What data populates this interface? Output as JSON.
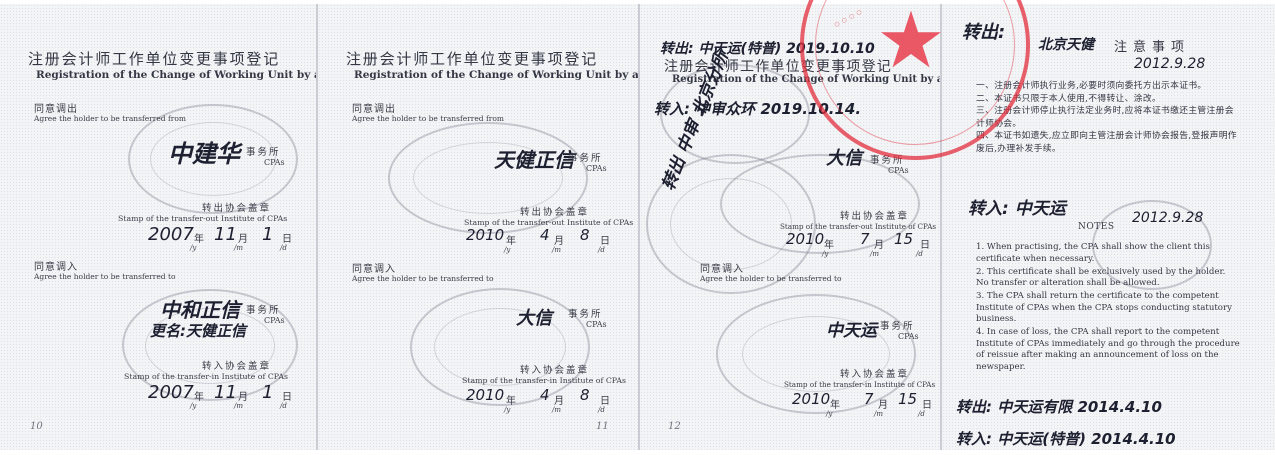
{
  "form": {
    "title_cn": "注册会计师工作单位变更事项登记",
    "title_en": "Registration of the Change of Working Unit by a CPA",
    "agree_out_cn": "同意调出",
    "agree_out_en": "Agree the holder to be transferred from",
    "agree_in_cn": "同意调入",
    "agree_in_en": "Agree the holder to be transferred to",
    "firm_cn": "事务所",
    "firm_en": "CPAs",
    "seal_out_cn": "转出协会盖章",
    "seal_out_en": "Stamp of the transfer-out Institute of CPAs",
    "seal_in_cn": "转入协会盖章",
    "seal_in_en": "Stamp of the transfer-in Institute of CPAs",
    "year_cn": "年",
    "month_cn": "月",
    "day_cn": "日",
    "year_en": "/y",
    "month_en": "/m",
    "day_en": "/d"
  },
  "pages": [
    {
      "number": "10",
      "out": {
        "firm_hw": "中建华",
        "year": "2007",
        "month": "11",
        "day": "1"
      },
      "in": {
        "firm_hw": "中和正信",
        "firm_hw2": "更名:天健正信",
        "year": "2007",
        "month": "11",
        "day": "1"
      }
    },
    {
      "number": "11",
      "out": {
        "firm_hw": "天健正信",
        "year": "2010",
        "month": "4",
        "day": "8"
      },
      "in": {
        "firm_hw": "大信",
        "year": "2010",
        "month": "4",
        "day": "8"
      }
    },
    {
      "number": "12",
      "top_note_1": "转出: 中天运(特普)  2019.10.10",
      "top_note_2": "转入: 中审众环  2019.10.14.",
      "out": {
        "firm_hw": "大信",
        "year": "2010",
        "month": "7",
        "day": "15"
      },
      "in": {
        "firm_hw": "中天运",
        "year": "2010",
        "month": "7",
        "day": "15"
      },
      "side_note": "转出 中审 北京分所"
    }
  ],
  "notes": {
    "top_hw": "转出:",
    "top_hw2": "北京天健",
    "title_cn": "注意事项",
    "date_hw_1": "2012.9.28",
    "items_cn": [
      "一、注册会计师执行业务,必要时须向委托方出示本证书。",
      "二、本证书只限于本人使用,不得转让、涂改。",
      "三、注册会计师停止执行法定业务时,应将本证书缴还主管注册会计师协会。",
      "四、本证书如遗失,应立即向主管注册会计师协会报告,登报声明作废后,办理补发手续。"
    ],
    "transfer_in_hw": "转入: 中天运",
    "title_en": "NOTES",
    "date_hw_2": "2012.9.28",
    "items_en": [
      "1. When practising, the CPA shall show the client this certificate when necessary.",
      "2. This certificate shall be exclusively used by the holder. No transfer or alteration shall be allowed.",
      "3. The CPA shall return the certificate to the competent Institute of CPAs when the CPA stops conducting statutory business.",
      "4. In case of loss, the CPA shall report to the competent Institute of CPAs immediately and go through the procedure of reissue after making an announcement of loss on the newspaper."
    ],
    "bottom_out_hw": "转出: 中天运有限  2014.4.10",
    "bottom_in_hw": "转入: 中天运(特普) 2014.4.10"
  },
  "colors": {
    "red_seal": "#e12d3c",
    "ink": "#1d2030",
    "print": "#343844"
  }
}
